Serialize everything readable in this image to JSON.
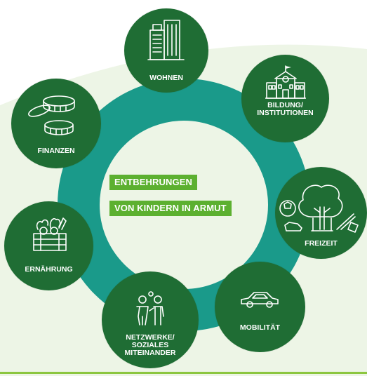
{
  "title": {
    "line1": "ENTBEHRUNGEN",
    "line2": "VON KINDERN IN ARMUT"
  },
  "nodes": {
    "wohnen": {
      "label": "WOHNEN",
      "icon": "buildings-icon"
    },
    "bildung": {
      "label": "BILDUNG/\nINSTITUTIONEN",
      "icon": "school-icon"
    },
    "freizeit": {
      "label": "FREIZEIT",
      "icon": "leisure-icon"
    },
    "mobilitaet": {
      "label": "MOBILITÄT",
      "icon": "car-icon"
    },
    "netzwerke": {
      "label": "NETZWERKE/\nSOZIALES\nMITEINANDER",
      "icon": "people-icon"
    },
    "ernaehrung": {
      "label": "ERNÄHRUNG",
      "icon": "vegetable-crate-icon"
    },
    "finanzen": {
      "label": "FINANZEN",
      "icon": "coins-icon"
    }
  },
  "colors": {
    "ring": "#1a9a8a",
    "node": "#1f6d34",
    "label_bg": "#5cb030",
    "background_blob": "#edf5e6"
  }
}
